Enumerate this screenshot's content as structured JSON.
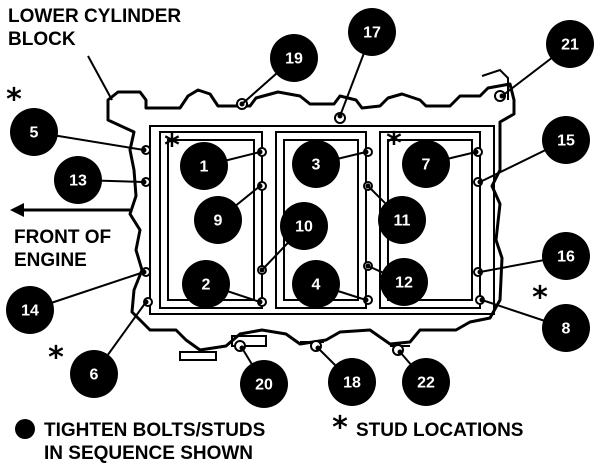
{
  "title": [
    "LOWER CYLINDER",
    "BLOCK"
  ],
  "front_label": [
    "FRONT OF",
    "ENGINE"
  ],
  "legend": {
    "bolt_text": [
      "TIGHTEN BOLTS/STUDS",
      "IN SEQUENCE SHOWN"
    ],
    "stud_symbol": "*",
    "stud_text": "STUD LOCATIONS"
  },
  "markers": [
    {
      "n": "1",
      "stud": true
    },
    {
      "n": "2",
      "stud": false
    },
    {
      "n": "3",
      "stud": false
    },
    {
      "n": "4",
      "stud": false
    },
    {
      "n": "5",
      "stud": true
    },
    {
      "n": "6",
      "stud": true
    },
    {
      "n": "7",
      "stud": true
    },
    {
      "n": "8",
      "stud": true
    },
    {
      "n": "9",
      "stud": false
    },
    {
      "n": "10",
      "stud": false
    },
    {
      "n": "11",
      "stud": false
    },
    {
      "n": "12",
      "stud": false
    },
    {
      "n": "13",
      "stud": false
    },
    {
      "n": "14",
      "stud": false
    },
    {
      "n": "15",
      "stud": false
    },
    {
      "n": "16",
      "stud": false
    },
    {
      "n": "17",
      "stud": false
    },
    {
      "n": "18",
      "stud": false
    },
    {
      "n": "19",
      "stud": false
    },
    {
      "n": "20",
      "stud": false
    },
    {
      "n": "21",
      "stud": false
    },
    {
      "n": "22",
      "stud": false
    }
  ]
}
